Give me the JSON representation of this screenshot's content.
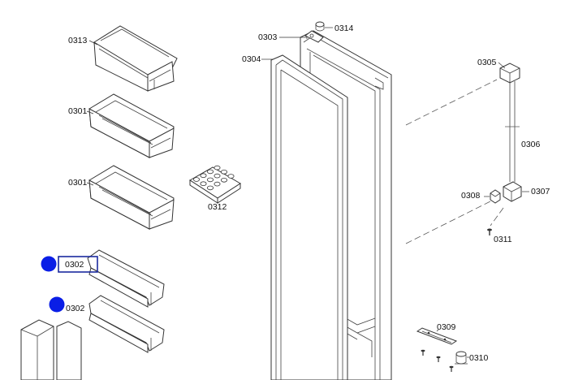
{
  "labels": {
    "p0313": "0313",
    "p0301a": "0301",
    "p0301b": "0301",
    "p0312": "0312",
    "p0302a": "0302",
    "p0302b": "0302",
    "p0303": "0303",
    "p0304": "0304",
    "p0314": "0314",
    "p0305": "0305",
    "p0306": "0306",
    "p0307": "0307",
    "p0308": "0308",
    "p0311": "0311",
    "p0309": "0309",
    "p0310": "0310"
  },
  "colors": {
    "marker": "#0a1ee6",
    "highlight_box": "#1a2a9e",
    "line": "#333333"
  }
}
